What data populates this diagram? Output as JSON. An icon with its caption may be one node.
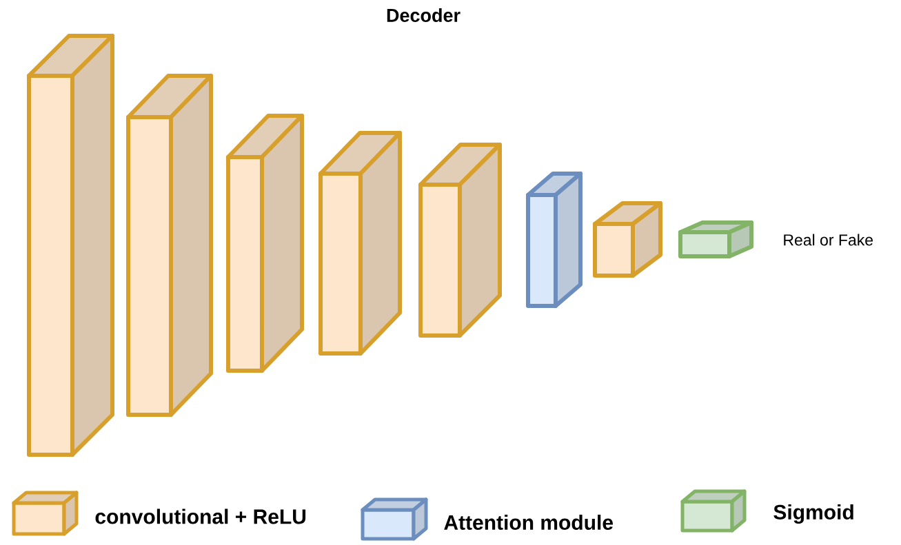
{
  "diagram": {
    "title": "Decoder",
    "nodes": [
      {
        "text": [],
        "shape": "cuboid"
      },
      {
        "text": [],
        "shape": "cuboid"
      },
      {
        "text": [],
        "shape": "cuboid"
      },
      {
        "text": [],
        "shape": "cuboid"
      },
      {
        "text": [],
        "shape": "cuboid"
      },
      {
        "text": [],
        "shape": "cuboid"
      },
      {
        "text": [],
        "shape": "cuboid"
      },
      {
        "text": [],
        "shape": "cuboid"
      }
    ],
    "labels": [
      "Real or Fake"
    ],
    "legend": [
      {
        "text": "convolutional + ReLU",
        "color": "#fde6cc"
      },
      {
        "text": "Attention module",
        "color": "#dae8fc"
      },
      {
        "text": "Sigmoid",
        "color": "#d5e8d4"
      }
    ]
  }
}
